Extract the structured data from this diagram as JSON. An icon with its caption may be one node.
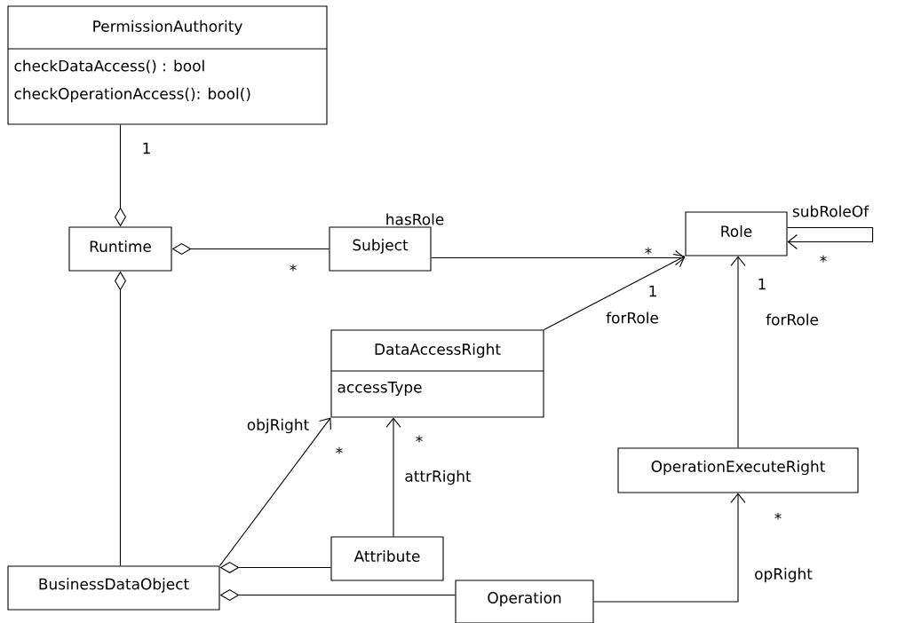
{
  "diagram": {
    "nodes": [
      {
        "text": [
          "PermissionAuthority",
          "checkDataAccess() : bool",
          "checkOperationAccess(): bool()"
        ]
      },
      {
        "text": [
          "Runtime"
        ]
      },
      {
        "text": [
          "Subject"
        ]
      },
      {
        "text": [
          "Role"
        ]
      },
      {
        "text": [
          "DataAccessRight",
          "accessType"
        ]
      },
      {
        "text": [
          "OperationExecuteRight"
        ]
      },
      {
        "text": [
          "BusinessDataObject"
        ]
      },
      {
        "text": [
          "Attribute"
        ]
      },
      {
        "text": [
          "Operation"
        ]
      }
    ],
    "edges": [
      {
        "from": 1,
        "to": 0,
        "arrow": "other"
      },
      {
        "from": 1,
        "to": 2,
        "arrow": "other"
      },
      {
        "from": 1,
        "to": 6,
        "arrow": "other"
      },
      {
        "from": 2,
        "to": 3,
        "arrow": "to",
        "label": "hasRole"
      },
      {
        "from": 3,
        "to": 3,
        "arrow": "to",
        "label": "subRoleOf"
      },
      {
        "from": 4,
        "to": 3,
        "arrow": "to",
        "label": "forRole"
      },
      {
        "from": 5,
        "to": 3,
        "arrow": "to",
        "label": "forRole"
      },
      {
        "from": 6,
        "to": 4,
        "arrow": "to",
        "label": "objRight"
      },
      {
        "from": 7,
        "to": 4,
        "arrow": "to",
        "label": "attrRight"
      },
      {
        "from": 8,
        "to": 5,
        "arrow": "to",
        "label": "opRight"
      },
      {
        "from": 6,
        "to": 7,
        "arrow": "other"
      },
      {
        "from": 6,
        "to": 8,
        "arrow": "other"
      }
    ],
    "labels": [
      "1",
      "*",
      "*",
      "*",
      "1",
      "1",
      "*",
      "*",
      "*"
    ]
  }
}
